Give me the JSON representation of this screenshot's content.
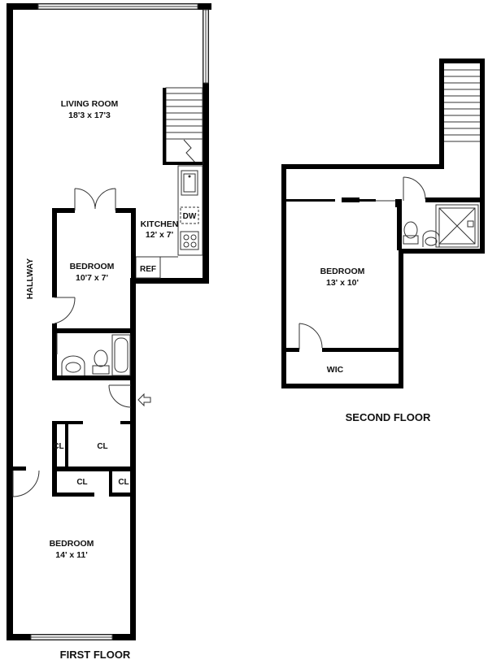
{
  "first_floor": {
    "title": "FIRST FLOOR",
    "living_room": {
      "name": "LIVING ROOM",
      "size": "18'3 x 17'3"
    },
    "kitchen": {
      "name": "KITCHEN",
      "size": "12' x 7'"
    },
    "dishwasher": "DW",
    "refrigerator": "REF",
    "hallway": "HALLWAY",
    "bedroom_1": {
      "name": "BEDROOM",
      "size": "10'7 x 7'"
    },
    "bedroom_2": {
      "name": "BEDROOM",
      "size": "14' x 11'"
    },
    "closets": [
      "CL",
      "CL",
      "CL",
      "CL"
    ]
  },
  "second_floor": {
    "title": "SECOND FLOOR",
    "bedroom": {
      "name": "BEDROOM",
      "size": "13' x 10'"
    },
    "walk_in_closet": "WIC"
  }
}
